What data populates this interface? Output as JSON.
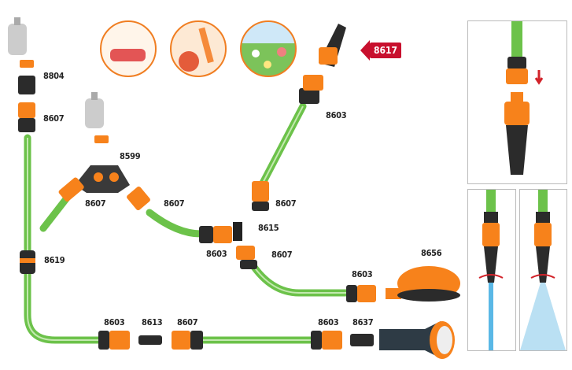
{
  "badge": "8617",
  "labels": {
    "l8804": "8804",
    "l8607a": "8607",
    "l8599": "8599",
    "l8607b": "8607",
    "l8607c": "8607",
    "l8603a": "8603",
    "l8615": "8615",
    "l8607d": "8607",
    "l8607e": "8607",
    "l8619": "8619",
    "l8603b": "8603",
    "l8656": "8656",
    "l8603c": "8603",
    "l8603d": "8603",
    "l8613": "8613",
    "l8607f": "8607",
    "l8603e": "8603",
    "l8637": "8637"
  },
  "colors": {
    "hose": "#6cc24a",
    "orange": "#f7821b",
    "black": "#2b2b2b",
    "arrow": "#d2232a"
  }
}
